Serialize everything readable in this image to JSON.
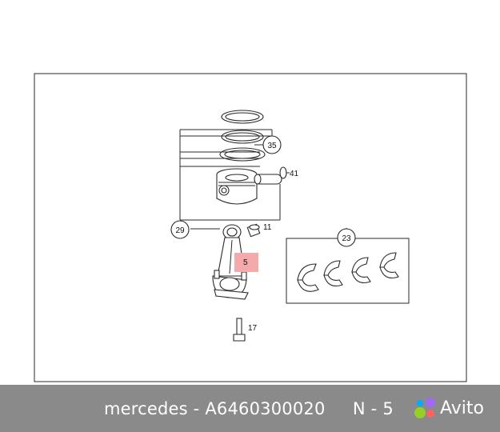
{
  "diagram": {
    "callouts": {
      "c35": "35",
      "c41": "41",
      "c29": "29",
      "c11": "11",
      "c23": "23",
      "c5": "5",
      "c17": "17"
    },
    "highlight_color": "#f4a9ab"
  },
  "footer": {
    "caption": "mercedes - A6460300020     N - 5",
    "logo_text": "Avito",
    "logo_dot_colors": [
      "#97cf26",
      "#a169f7",
      "#ff6163",
      "#0af"
    ]
  }
}
